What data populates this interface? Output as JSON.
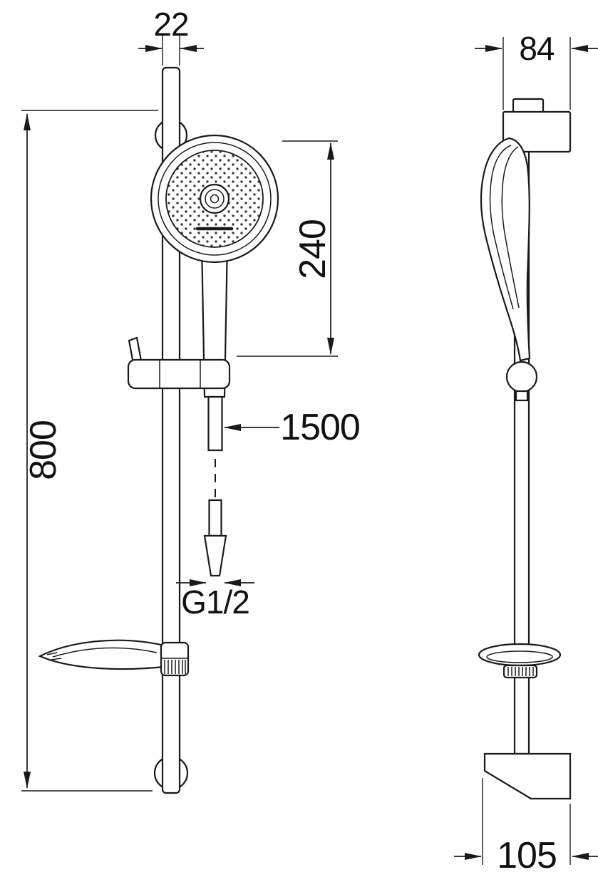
{
  "drawing": {
    "kind": "technical-dimension-drawing",
    "subject": "shower slide bar set, front and side views",
    "colors": {
      "line": "#1a1a1a",
      "background": "#ffffff"
    },
    "dimensions": {
      "rail_width": "22",
      "handset_length": "240",
      "rail_length": "800",
      "hose_length": "1500",
      "thread": "G1/2",
      "top_bracket_width": "84",
      "bottom_bracket_width": "105"
    }
  }
}
